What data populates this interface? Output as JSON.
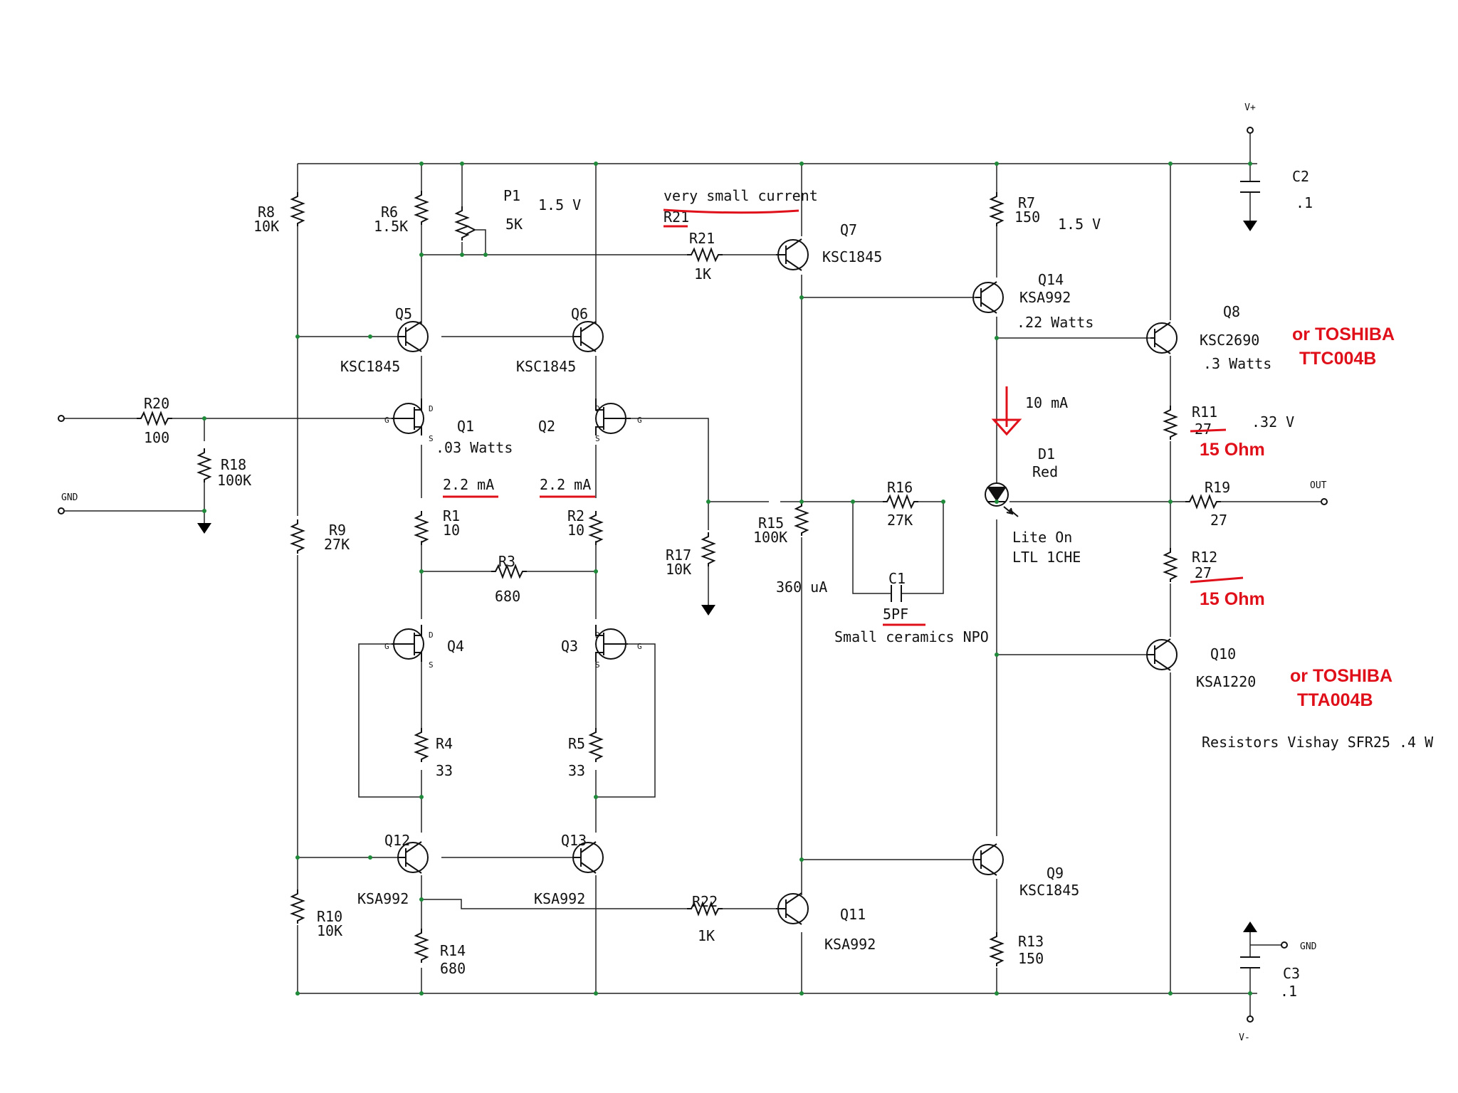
{
  "supplies": {
    "vplus": "V+",
    "vminus": "V-",
    "gnd": "GND",
    "out": "OUT"
  },
  "resistors": [
    {
      "id": "R8",
      "name": "R8",
      "value": "10K"
    },
    {
      "id": "R6",
      "name": "R6",
      "value": "1.5K"
    },
    {
      "id": "P1",
      "name": "P1",
      "value": "5K"
    },
    {
      "id": "R21",
      "name": "R21",
      "value": "1K"
    },
    {
      "id": "R7",
      "name": "R7",
      "value": "150"
    },
    {
      "id": "R20",
      "name": "R20",
      "value": "100"
    },
    {
      "id": "R18",
      "name": "R18",
      "value": "100K"
    },
    {
      "id": "R9",
      "name": "R9",
      "value": "27K"
    },
    {
      "id": "R1",
      "name": "R1",
      "value": "10"
    },
    {
      "id": "R2",
      "name": "R2",
      "value": "10"
    },
    {
      "id": "R3",
      "name": "R3",
      "value": "680"
    },
    {
      "id": "R17",
      "name": "R17",
      "value": "10K"
    },
    {
      "id": "R15",
      "name": "R15",
      "value": "100K"
    },
    {
      "id": "R16",
      "name": "R16",
      "value": "27K"
    },
    {
      "id": "R11",
      "name": "R11",
      "value": "27"
    },
    {
      "id": "R19",
      "name": "R19",
      "value": "27"
    },
    {
      "id": "R12",
      "name": "R12",
      "value": "27"
    },
    {
      "id": "R4",
      "name": "R4",
      "value": "33"
    },
    {
      "id": "R5",
      "name": "R5",
      "value": "33"
    },
    {
      "id": "R10",
      "name": "R10",
      "value": "10K"
    },
    {
      "id": "R14",
      "name": "R14",
      "value": "680"
    },
    {
      "id": "R22",
      "name": "R22",
      "value": "1K"
    },
    {
      "id": "R13",
      "name": "R13",
      "value": "150"
    }
  ],
  "transistors": [
    {
      "id": "Q5",
      "name": "Q5",
      "part": "KSC1845"
    },
    {
      "id": "Q6",
      "name": "Q6",
      "part": "KSC1845"
    },
    {
      "id": "Q7",
      "name": "Q7",
      "part": "KSC1845"
    },
    {
      "id": "Q14",
      "name": "Q14",
      "part": "KSA992",
      "power": ".22 Watts"
    },
    {
      "id": "Q8",
      "name": "Q8",
      "part": "KSC2690",
      "power": ".3 Watts"
    },
    {
      "id": "Q1",
      "name": "Q1",
      "power": ".03 Watts"
    },
    {
      "id": "Q2",
      "name": "Q2"
    },
    {
      "id": "Q4",
      "name": "Q4"
    },
    {
      "id": "Q3",
      "name": "Q3"
    },
    {
      "id": "Q10",
      "name": "Q10",
      "part": "KSA1220"
    },
    {
      "id": "Q12",
      "name": "Q12",
      "part": "KSA992"
    },
    {
      "id": "Q13",
      "name": "Q13",
      "part": "KSA992"
    },
    {
      "id": "Q11",
      "name": "Q11",
      "part": "KSA992"
    },
    {
      "id": "Q9",
      "name": "Q9",
      "part": "KSC1845"
    }
  ],
  "jfet_pins": {
    "g": "G",
    "d": "D",
    "s": "S"
  },
  "capacitors": [
    {
      "id": "C2",
      "name": "C2",
      "value": ".1"
    },
    {
      "id": "C1",
      "name": "C1",
      "value": "5PF",
      "note": "Small ceramics NPO"
    },
    {
      "id": "C3",
      "name": "C3",
      "value": ".1"
    }
  ],
  "diode": {
    "name": "D1",
    "color": "Red",
    "maker": "Lite On",
    "part": "LTL 1CHE"
  },
  "annotations": {
    "p1_voltage": "1.5 V",
    "r7_voltage": "1.5 V",
    "r11_voltage": ".32 V",
    "q1_current": "2.2 mA",
    "q2_current": "2.2 mA",
    "d1_current": "10 mA",
    "r15_current": "360 uA",
    "very_small_current": "very small current",
    "r21_note": "R21",
    "resistors_note": "Resistors Vishay SFR25 .4 W"
  },
  "handwritten": {
    "r11_new": "15 Ohm",
    "r12_new": "15 Ohm",
    "q8_alt_line1": "or TOSHIBA",
    "q8_alt_line2": "TTC004B",
    "q10_alt_line1": "or TOSHIBA",
    "q10_alt_line2": "TTA004B"
  },
  "colors": {
    "wire": "#222222",
    "node": "#1f8a3a",
    "annotation": "#e0101a"
  }
}
